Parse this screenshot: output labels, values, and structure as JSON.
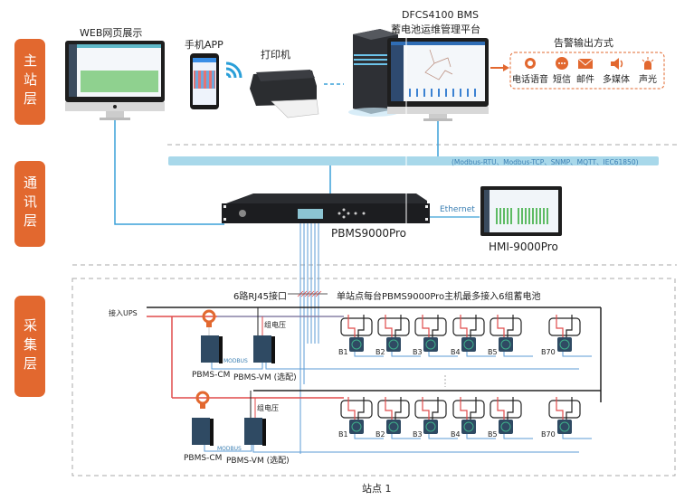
{
  "layers": {
    "master": "主站层",
    "comm": "通讯层",
    "collect": "采集层"
  },
  "master_station": {
    "web_label": "WEB网页展示",
    "app_label": "手机APP",
    "printer_label": "打印机",
    "platform_line1": "DFCS4100 BMS",
    "platform_line2": "蓄电池运维管理平台",
    "alarm_title": "告警输出方式",
    "alarm_methods": [
      {
        "icon": "phone-voice-icon",
        "label": "电话语音"
      },
      {
        "icon": "sms-icon",
        "label": "短信"
      },
      {
        "icon": "mail-icon",
        "label": "邮件"
      },
      {
        "icon": "speaker-icon",
        "label": "多媒体"
      },
      {
        "icon": "alarm-light-icon",
        "label": "声光"
      }
    ]
  },
  "comm_layer": {
    "protocols": "(Modbus-RTU、Modbus-TCP、SNMP、MQTT、IEC61850)",
    "host_label": "PBMS9000Pro",
    "ethernet_label": "Ethernet",
    "hmi_label": "HMI-9000Pro"
  },
  "collect_layer": {
    "rj45_label": "6路RJ45接口",
    "note": "单站点每台PBMS9000Pro主机最多接入6组蓄电池",
    "ups_label": "接入UPS",
    "group_voltage_label": "组电压",
    "modbus_label": "MODBUS",
    "cm_label": "PBMS-CM",
    "vm_label": "PBMS-VM (选配)",
    "battery_labels": [
      "B1",
      "B2",
      "B3",
      "B4",
      "B5",
      "B70"
    ],
    "site_label": "站点 1"
  },
  "colors": {
    "accent_orange": "#e2682f",
    "bus_blue": "#5b9bd5",
    "protocol_bar": "#a8d8ea",
    "power_red": "#e04a4a"
  }
}
